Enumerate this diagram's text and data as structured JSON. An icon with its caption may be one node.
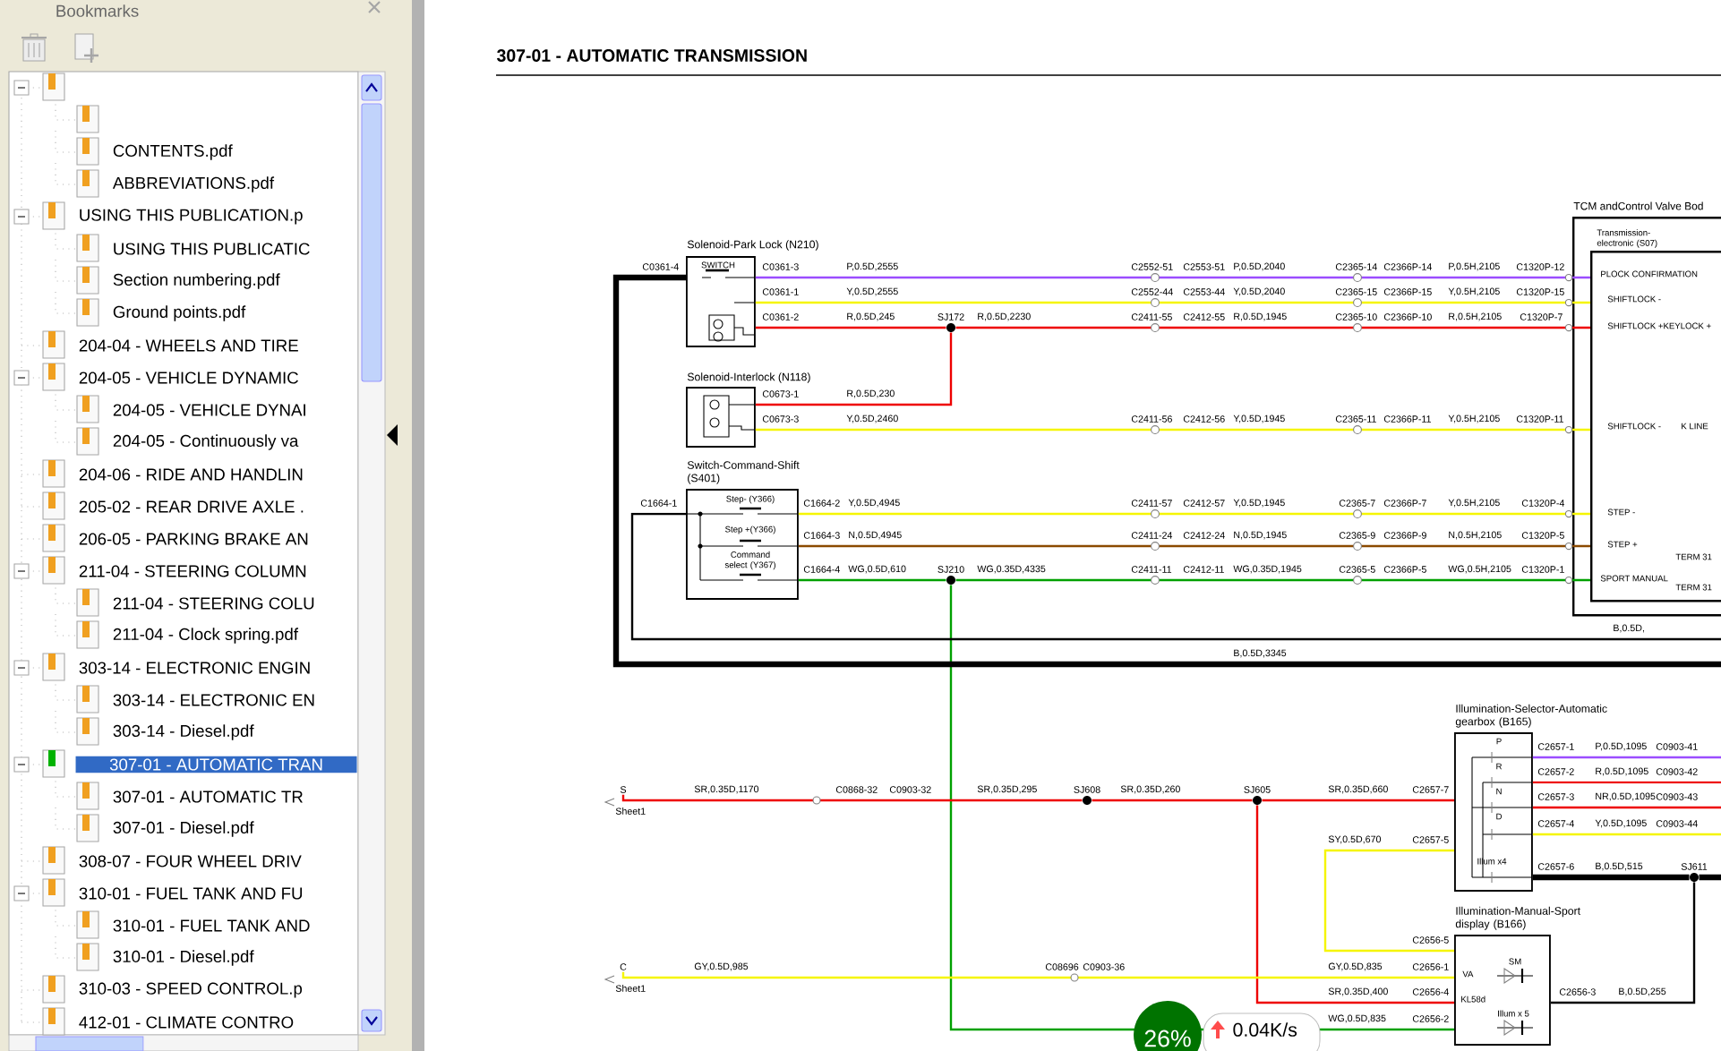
{
  "diagram": {
    "title": "307-01 - AUTOMATIC TRANSMISSION",
    "nodes": [
      {
        "text": [
          "Solenoid-Park Lock (N210)",
          "SWITCH"
        ]
      },
      {
        "text": [
          "Solenoid-Interlock (N118)"
        ]
      },
      {
        "text": [
          "Switch-Command-Shift (S401)",
          "Step- (Y366)",
          "Step +(Y366)",
          "Command select (Y367)"
        ]
      },
      {
        "text": [
          "TCM andControl Valve Bod"
        ]
      },
      {
        "text": [
          "Transmission-electronic (S07)",
          "PLOCK CONFIRMATION",
          "SHIFTLOCK -",
          "SHIFTLOCK +KEYLOCK +",
          "SHIFTLOCK -",
          "K LINE",
          "STEP -",
          "STEP +",
          "TERM 31",
          "SPORT MANUAL",
          "TERM 31"
        ],
        "in": 3
      },
      {
        "text": [
          "Illumination-Selector-Automatic gearbox (B165)",
          "P",
          "R",
          "N",
          "D",
          "Illum x4"
        ]
      },
      {
        "text": [
          "Illumination-Manual-Sport display (B166)",
          "VA",
          "KL58d",
          "SM",
          "Illum x 5"
        ]
      },
      {
        "text": [],
        "shape": "circle",
        "beside": [
          "SJ172"
        ]
      },
      {
        "text": [],
        "shape": "circle",
        "beside": [
          "SJ210"
        ]
      },
      {
        "text": [
          "S"
        ],
        "beside": [
          "Sheet1"
        ]
      },
      {
        "text": [],
        "shape": "circle",
        "beside": [
          "SJ608"
        ]
      },
      {
        "text": [],
        "shape": "circle",
        "beside": [
          "SJ605"
        ]
      },
      {
        "text": [
          "C"
        ],
        "beside": [
          "Sheet1"
        ]
      },
      {
        "text": [],
        "shape": "circle",
        "beside": [
          "SJ611"
        ]
      }
    ],
    "edges": [
      {
        "from": 0,
        "to": 4,
        "arrow": "none",
        "color": "#9b4dff"
      },
      {
        "from": 0,
        "to": 4,
        "arrow": "none",
        "color": "#f5f500"
      },
      {
        "from": 0,
        "to": 7,
        "arrow": "none",
        "color": "#ee0000"
      },
      {
        "from": 7,
        "to": 4,
        "arrow": "none",
        "color": "#ee0000"
      },
      {
        "from": 1,
        "to": 7,
        "arrow": "none",
        "color": "#ee0000"
      },
      {
        "from": 1,
        "to": 4,
        "arrow": "none",
        "color": "#f5f500"
      },
      {
        "from": 2,
        "to": 4,
        "arrow": "none",
        "color": "#f5f500"
      },
      {
        "from": 2,
        "to": 4,
        "arrow": "none",
        "color": "#8b4a00"
      },
      {
        "from": 2,
        "to": 8,
        "arrow": "none",
        "color": "#00a000"
      },
      {
        "from": 8,
        "to": 4,
        "arrow": "none",
        "color": "#00a000"
      },
      {
        "from": 8,
        "to": 6,
        "arrow": "none",
        "color": "#00a000"
      },
      {
        "from": 0,
        "to": null,
        "arrow": "none",
        "style": "thick",
        "color": "#000000"
      },
      {
        "from": 2,
        "to": null,
        "arrow": "none",
        "color": "#000000"
      },
      {
        "from": 9,
        "to": 10,
        "arrow": "none",
        "color": "#ee0000"
      },
      {
        "from": 10,
        "to": 11,
        "arrow": "none",
        "color": "#ee0000"
      },
      {
        "from": 11,
        "to": 5,
        "arrow": "none",
        "color": "#ee0000"
      },
      {
        "from": 11,
        "to": 6,
        "arrow": "none",
        "color": "#ee0000"
      },
      {
        "from": 12,
        "to": 6,
        "arrow": "none",
        "color": "#f5f500"
      },
      {
        "from": 5,
        "to": 6,
        "arrow": "none",
        "color": "#f5f500"
      },
      {
        "from": 5,
        "to": 13,
        "arrow": "none",
        "style": "thick",
        "color": "#000000"
      },
      {
        "from": 6,
        "to": 13,
        "arrow": "none",
        "color": "#000000"
      },
      {
        "from": 5,
        "to": null,
        "arrow": "none",
        "color": "#9b4dff"
      },
      {
        "from": 5,
        "to": null,
        "arrow": "none",
        "color": "#ee0000"
      },
      {
        "from": 5,
        "to": null,
        "arrow": "none",
        "color": "#ee0000"
      },
      {
        "from": 5,
        "to": null,
        "arrow": "none",
        "color": "#f5f500"
      },
      {
        "from": 13,
        "to": null,
        "arrow": "none",
        "style": "thick",
        "color": "#000000"
      }
    ],
    "labels": [
      "C0361-4",
      "C0361-3",
      "P,0.5D,2555",
      "C2552-51",
      "C2553-51",
      "P,0.5D,2040",
      "C2365-14",
      "C2366P-14",
      "P,0.5H,2105",
      "C1320P-12",
      "C0361-1",
      "Y,0.5D,2555",
      "C2552-44",
      "C2553-44",
      "Y,0.5D,2040",
      "C2365-15",
      "C2366P-15",
      "Y,0.5H,2105",
      "C1320P-15",
      "C0361-2",
      "R,0.5D,245",
      "R,0.5D,2230",
      "C2411-55",
      "C2412-55",
      "R,0.5D,1945",
      "C2365-10",
      "C2366P-10",
      "R,0.5H,2105",
      "C1320P-7",
      "C0673-1",
      "R,0.5D,230",
      "C0673-3",
      "Y,0.5D,2460",
      "C2411-56",
      "C2412-56",
      "Y,0.5D,1945",
      "C2365-11",
      "C2366P-11",
      "Y,0.5H,2105",
      "C1320P-11",
      "C1664-1",
      "C1664-2",
      "Y,0.5D,4945",
      "C2411-57",
      "C2412-57",
      "Y,0.5D,1945",
      "C2365-7",
      "C2366P-7",
      "Y,0.5H,2105",
      "C1320P-4",
      "C1664-3",
      "N,0.5D,4945",
      "C2411-24",
      "C2412-24",
      "N,0.5D,1945",
      "C2365-9",
      "C2366P-9",
      "N,0.5H,2105",
      "C1320P-5",
      "C1664-4",
      "WG,0.5D,610",
      "WG,0.35D,4335",
      "C2411-11",
      "C2412-11",
      "WG,0.35D,1945",
      "C2365-5",
      "C2366P-5",
      "WG,0.5H,2105",
      "C1320P-1",
      "B,0.5D,",
      "B,0.5D,3345",
      "SR,0.35D,1170",
      "C0868-32",
      "C0903-32",
      "SR,0.35D,295",
      "SR,0.35D,260",
      "SR,0.35D,660",
      "C2657-7",
      "SY,0.5D,670",
      "C2657-5",
      "C2657-1",
      "P,0.5D,1095",
      "C0903-41",
      "C2657-2",
      "R,0.5D,1095",
      "C0903-42",
      "C2657-3",
      "NR,0.5D,1095",
      "C0903-43",
      "C2657-4",
      "Y,0.5D,1095",
      "C0903-44",
      "C2657-6",
      "B,0.5D,515",
      "C2656-5",
      "GY,0.5D,985",
      "C08696",
      "C0903-36",
      "GY,0.5D,835",
      "C2656-1",
      "SR,0.35D,400",
      "C2656-4",
      "C2656-3",
      "B,0.5D,255",
      "WG,0.5D,835",
      "C2656-2",
      "Bookmarks",
      "CONTENTS.pdf",
      "ABBREVIATIONS.pdf",
      "USING THIS PUBLICATION.p",
      "USING THIS PUBLICATIC",
      "Section numbering.pdf",
      "Ground points.pdf",
      "204-04 - WHEELS AND TIRE",
      "204-05 - VEHICLE DYNAMIC",
      "204-05 - VEHICLE DYNAI",
      "204-05 - Continuously va",
      "204-06 - RIDE AND HANDLIN",
      "205-02 - REAR DRIVE AXLE .",
      "206-05 - PARKING BRAKE AN",
      "211-04 - STEERING COLUMN",
      "211-04 - STEERING COLU",
      "211-04 - Clock spring.pdf",
      "303-14 - ELECTRONIC ENGIN",
      "303-14 - ELECTRONIC EN",
      "303-14 - Diesel.pdf",
      "307-01 - AUTOMATIC TRAN",
      "307-01 - AUTOMATIC TR",
      "307-01 - Diesel.pdf",
      "308-07 - FOUR WHEEL DRIV",
      "310-01 - FUEL TANK AND FU",
      "310-01 - FUEL TANK AND",
      "310-01 - Diesel.pdf",
      "310-03 - SPEED CONTROL.p",
      "412-01 - CLIMATE CONTRO",
      "26%",
      "0.04K/s"
    ]
  }
}
